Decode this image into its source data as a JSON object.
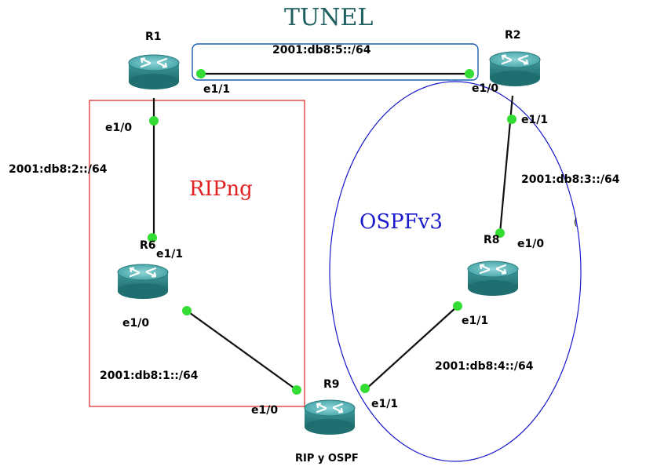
{
  "title": "TUNEL",
  "areas": {
    "ripng": {
      "label": "RIPng",
      "color": "#e02020"
    },
    "ospf": {
      "label": "OSPFv3",
      "color": "#1a1acc"
    },
    "tunnel_color": "#1a5fb4",
    "title_color": "#1f5f5f"
  },
  "routers": [
    {
      "id": "r1",
      "name": "R1"
    },
    {
      "id": "r2",
      "name": "R2"
    },
    {
      "id": "r6",
      "name": "R6"
    },
    {
      "id": "r8",
      "name": "R8"
    },
    {
      "id": "r9",
      "name": "R9",
      "caption": "RIP y OSPF"
    }
  ],
  "networks": [
    {
      "id": "net5",
      "prefix": "2001:db8:5::/64"
    },
    {
      "id": "net2",
      "prefix": "2001:db8:2::/64"
    },
    {
      "id": "net3",
      "prefix": "2001:db8:3::/64"
    },
    {
      "id": "net1",
      "prefix": "2001:db8:1::/64"
    },
    {
      "id": "net4",
      "prefix": "2001:db8:4::/64"
    }
  ],
  "interfaces": {
    "r1_e11": "e1/1",
    "r1_e10": "e1/0",
    "r2_e10": "e1/0",
    "r2_e11": "e1/1",
    "r6_e11": "e1/1",
    "r6_e10": "e1/0",
    "r8_e10": "e1/0",
    "r8_e11": "e1/1",
    "r9_e10": "e1/0",
    "r9_e11": "e1/1"
  },
  "colors": {
    "router_body": "#2e8a8c",
    "router_top": "#5cb8ba",
    "port": "#33dd33",
    "link": "#111111"
  }
}
